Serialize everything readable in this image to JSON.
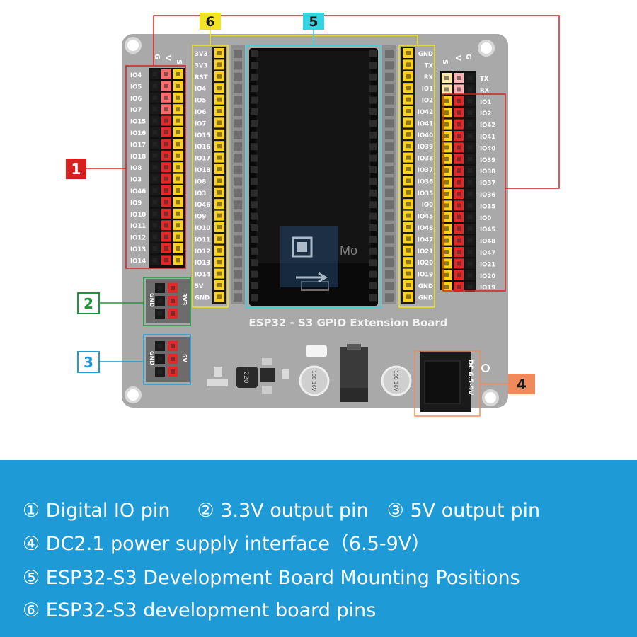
{
  "board": {
    "title": "ESP32 - S3 GPIO Extension Board",
    "watermark": "Mo"
  },
  "callouts": [
    {
      "num": "1",
      "color": "#d62020"
    },
    {
      "num": "2",
      "color": "#1a9a3a"
    },
    {
      "num": "3",
      "color": "#1e9ad6"
    },
    {
      "num": "4",
      "color": "#f08a5a"
    },
    {
      "num": "5",
      "color": "#33d6e0"
    },
    {
      "num": "6",
      "color": "#f2e421"
    }
  ],
  "header_labels": {
    "left": [
      "S",
      "V",
      "G"
    ],
    "right": [
      "S",
      "V",
      "G"
    ],
    "pwr_gnd": "GND",
    "pwr_33": "3V3",
    "pwr_5": "5V",
    "dc_jack": "DC 6.5-9V"
  },
  "pins": {
    "left_io": [
      "IO4",
      "IO5",
      "IO6",
      "IO7",
      "IO15",
      "IO16",
      "IO17",
      "IO18",
      "IO8",
      "IO3",
      "IO46",
      "IO9",
      "IO10",
      "IO11",
      "IO12",
      "IO13",
      "IO14"
    ],
    "left_dev": [
      "3V3",
      "3V3",
      "RST",
      "IO4",
      "IO5",
      "IO6",
      "IO7",
      "IO15",
      "IO16",
      "IO17",
      "IO18",
      "IO8",
      "IO3",
      "IO46",
      "IO9",
      "IO10",
      "IO11",
      "IO12",
      "IO13",
      "IO14",
      "5V",
      "GND"
    ],
    "right_dev": [
      "GND",
      "TX",
      "RX",
      "IO1",
      "IO2",
      "IO42",
      "IO41",
      "IO40",
      "IO39",
      "IO38",
      "IO37",
      "IO36",
      "IO35",
      "IO0",
      "IO45",
      "IO48",
      "IO47",
      "IO21",
      "IO20",
      "IO19",
      "GND",
      "GND"
    ],
    "right_io_top": [
      "TX",
      "RX"
    ],
    "right_io": [
      "IO1",
      "IO2",
      "IO42",
      "IO41",
      "IO40",
      "IO39",
      "IO38",
      "IO37",
      "IO36",
      "IO35",
      "IO0",
      "IO45",
      "IO48",
      "IO47",
      "IO21",
      "IO20",
      "IO19"
    ]
  },
  "components": {
    "cap1": "100 16V",
    "cap2": "100 16V",
    "inductor": "220"
  },
  "legend": {
    "item1": "① Digital IO pin",
    "item2": "② 3.3V output pin",
    "item3": "③ 5V output pin",
    "item4": "④ DC2.1 power supply interface（6.5-9V）",
    "item5": "⑤ ESP32-S3 Development Board Mounting Positions",
    "item6": "⑥ ESP32-S3 development board pins"
  }
}
